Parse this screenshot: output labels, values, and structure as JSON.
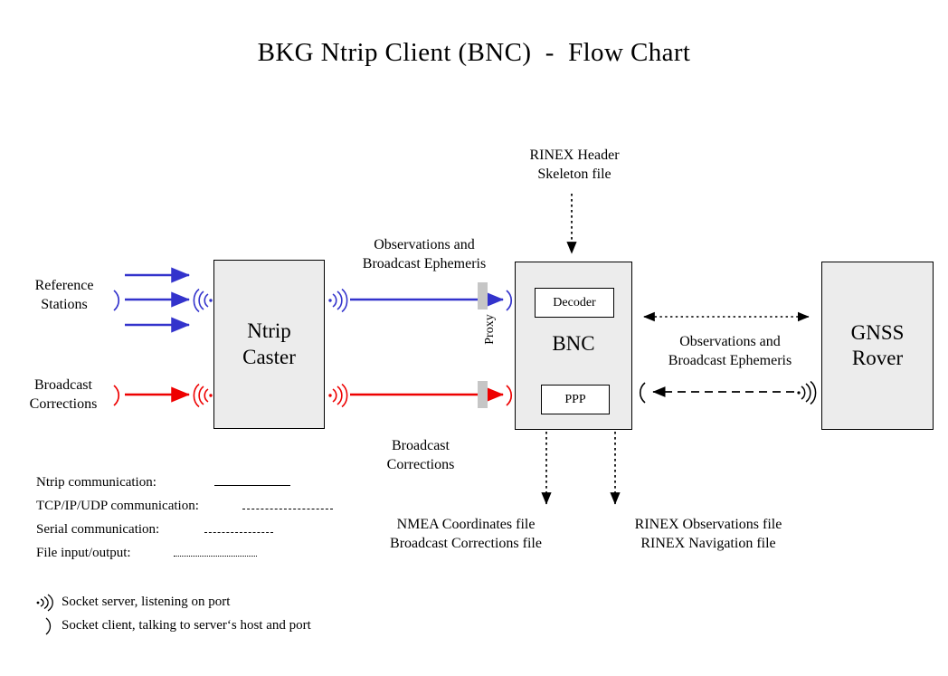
{
  "title": "BKG Ntrip Client (BNC)  -  Flow Chart",
  "colors": {
    "ntrip_blue": "#3333CC",
    "broadcast_red": "#EE0000",
    "node_fill": "#ECECEC",
    "proxy_bar": "#C6C6C6",
    "stroke": "#000000"
  },
  "nodes": {
    "caster": "Ntrip\nCaster",
    "bnc": "BNC",
    "bnc_decoder": "Decoder",
    "bnc_ppp": "PPP",
    "rover": "GNSS\nRover"
  },
  "labels": {
    "reference_stations": "Reference\nStations",
    "broadcast_corrections_in": "Broadcast\nCorrections",
    "obs_and_eph_left": "Observations and\nBroadcast Ephemeris",
    "broadcast_corrections_mid": "Broadcast\nCorrections",
    "rinex_header_skeleton": "RINEX Header\nSkeleton file",
    "obs_and_eph_right": "Observations and\nBroadcast Ephemeris",
    "nmea_out": "NMEA Coordinates file\nBroadcast Corrections file",
    "rinex_out": "RINEX Observations file\nRINEX Navigation file",
    "proxy": "Proxy"
  },
  "legend": {
    "lines": [
      {
        "text": "Ntrip communication:",
        "style": "solid"
      },
      {
        "text": "TCP/IP/UDP communication:",
        "style": "long-dashed"
      },
      {
        "text": "Serial communication:",
        "style": "dashed"
      },
      {
        "text": "File input/output:",
        "style": "dotted"
      }
    ],
    "sockets": [
      {
        "icon": "socket-server-icon",
        "text": "Socket server, listening on port"
      },
      {
        "icon": "socket-client-icon",
        "text": "Socket client, talking to server‘s host and port"
      }
    ]
  },
  "chart_data": {
    "type": "diagram",
    "title": "BKG Ntrip Client (BNC)  -  Flow Chart",
    "nodes": [
      {
        "id": "reference-stations",
        "label": "Reference Stations",
        "kind": "source-text"
      },
      {
        "id": "broadcast-corrections",
        "label": "Broadcast Corrections",
        "kind": "source-text"
      },
      {
        "id": "ntrip-caster",
        "label": "Ntrip Caster",
        "kind": "box"
      },
      {
        "id": "bnc",
        "label": "BNC",
        "kind": "box",
        "children": [
          "Decoder",
          "PPP"
        ]
      },
      {
        "id": "gnss-rover",
        "label": "GNSS Rover",
        "kind": "box"
      },
      {
        "id": "rinex-header-skeleton",
        "label": "RINEX Header Skeleton file",
        "kind": "file"
      },
      {
        "id": "nmea-files",
        "label": "NMEA Coordinates file / Broadcast Corrections file",
        "kind": "file"
      },
      {
        "id": "rinex-files",
        "label": "RINEX Observations file / RINEX Navigation file",
        "kind": "file"
      }
    ],
    "edges": [
      {
        "from": "reference-stations",
        "to": "ntrip-caster",
        "style": "solid",
        "color": "#3333CC",
        "label": "",
        "count": 3
      },
      {
        "from": "broadcast-corrections",
        "to": "ntrip-caster",
        "style": "solid",
        "color": "#EE0000",
        "label": ""
      },
      {
        "from": "ntrip-caster",
        "to": "bnc",
        "style": "solid",
        "color": "#3333CC",
        "label": "Observations and Broadcast Ephemeris",
        "via": "Proxy"
      },
      {
        "from": "ntrip-caster",
        "to": "bnc",
        "style": "solid",
        "color": "#EE0000",
        "label": "Broadcast Corrections",
        "via": "Proxy"
      },
      {
        "from": "rinex-header-skeleton",
        "to": "bnc",
        "style": "dotted",
        "color": "#000000",
        "label": ""
      },
      {
        "from": "bnc",
        "to": "gnss-rover",
        "style": "dotted",
        "color": "#000000",
        "label": "Observations and Broadcast Ephemeris",
        "direction": "both"
      },
      {
        "from": "gnss-rover",
        "to": "bnc",
        "style": "long-dashed",
        "color": "#000000",
        "label": ""
      },
      {
        "from": "bnc",
        "to": "nmea-files",
        "style": "dotted",
        "color": "#000000",
        "label": ""
      },
      {
        "from": "bnc",
        "to": "rinex-files",
        "style": "dotted",
        "color": "#000000",
        "label": ""
      }
    ]
  }
}
